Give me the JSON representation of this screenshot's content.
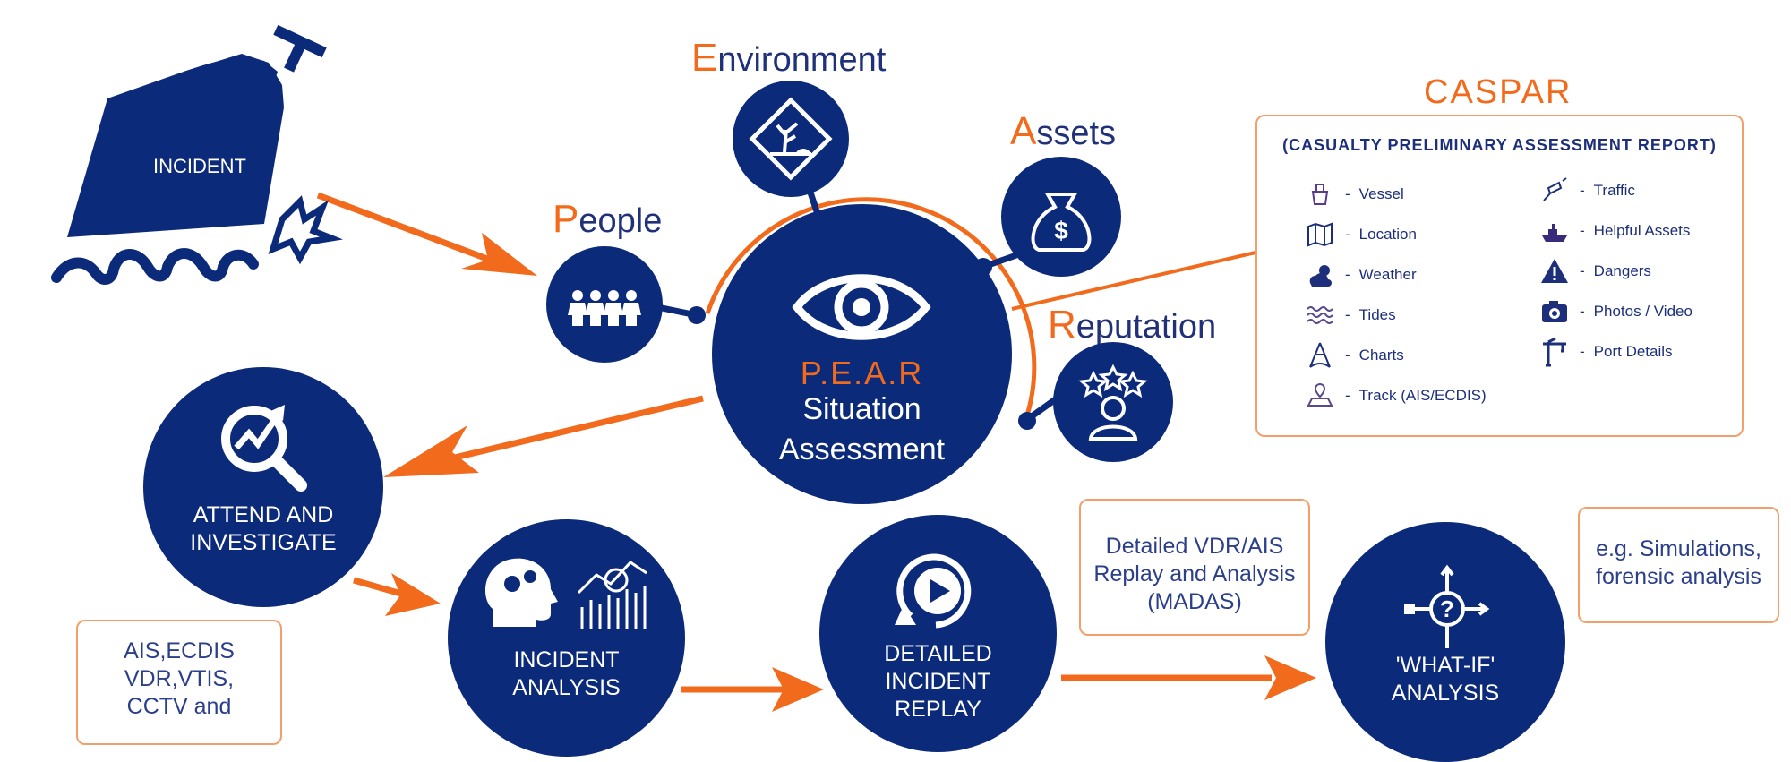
{
  "nodes": {
    "incident": "INCIDENT",
    "attend": "ATTEND AND INVESTIGATE",
    "analysis": "INCIDENT ANALYSIS",
    "replay": "DETAILED INCIDENT REPLAY",
    "whatif": "'WHAT-IF' ANALYSIS"
  },
  "pear": {
    "title": "P.E.A.R",
    "subtitle_line1": "Situation",
    "subtitle_line2": "Assessment",
    "people": {
      "initial": "P",
      "rest": "eople"
    },
    "environment": {
      "initial": "E",
      "rest": "nvironment"
    },
    "assets": {
      "initial": "A",
      "rest": "ssets"
    },
    "reputation": {
      "initial": "R",
      "rest": "eputation"
    }
  },
  "caspar": {
    "title": "CASPAR",
    "subtitle": "(CASUALTY PRELIMINARY ASSESSMENT REPORT)",
    "left_items": [
      {
        "label": "Vessel",
        "icon": "vessel-icon"
      },
      {
        "label": "Location",
        "icon": "map-icon"
      },
      {
        "label": "Weather",
        "icon": "weather-icon"
      },
      {
        "label": "Tides",
        "icon": "tides-icon"
      },
      {
        "label": "Charts",
        "icon": "sextant-icon"
      },
      {
        "label": "Track (AIS/ECDIS)",
        "icon": "track-icon"
      }
    ],
    "right_items": [
      {
        "label": "Traffic",
        "icon": "traffic-icon"
      },
      {
        "label": "Helpful Assets",
        "icon": "tug-icon"
      },
      {
        "label": "Dangers",
        "icon": "warning-icon"
      },
      {
        "label": "Photos / Video",
        "icon": "camera-icon"
      },
      {
        "label": "Port Details",
        "icon": "crane-icon"
      }
    ]
  },
  "boxes": {
    "sources": [
      "AIS,ECDIS",
      "VDR,VTIS,",
      "CCTV and"
    ],
    "madas": [
      "Detailed VDR/AIS",
      "Replay and Analysis",
      "(MADAS)"
    ],
    "simulations": [
      "e.g. Simulations,",
      "forensic analysis"
    ]
  },
  "colors": {
    "navy": "#0c2a7a",
    "orange": "#f26a1b",
    "box_border": "#f2a06b"
  }
}
